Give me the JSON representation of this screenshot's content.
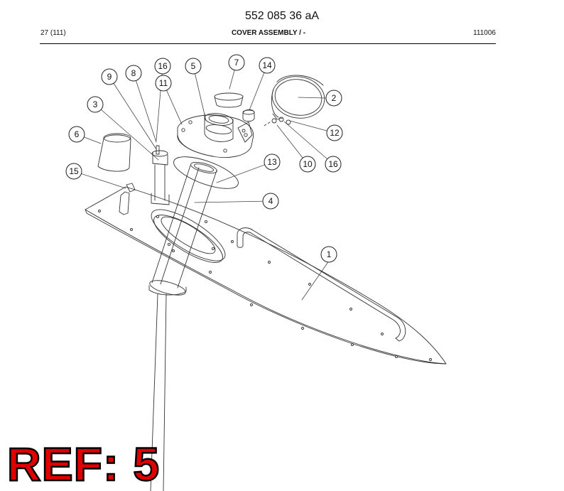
{
  "header": {
    "doc_number": "552 085 36 aA",
    "page": "27 (111)",
    "section": "COVER ASSEMBLY / -",
    "date_code": "111006"
  },
  "ref_stamp": "REF: 5",
  "callouts": [
    "1",
    "2",
    "3",
    "4",
    "5",
    "6",
    "7",
    "8",
    "9",
    "10",
    "11",
    "12",
    "13",
    "14",
    "15",
    "16",
    "16"
  ],
  "colors": {
    "line": "#333333",
    "stamp_fill": "#e00000",
    "stamp_outline": "#000000"
  }
}
